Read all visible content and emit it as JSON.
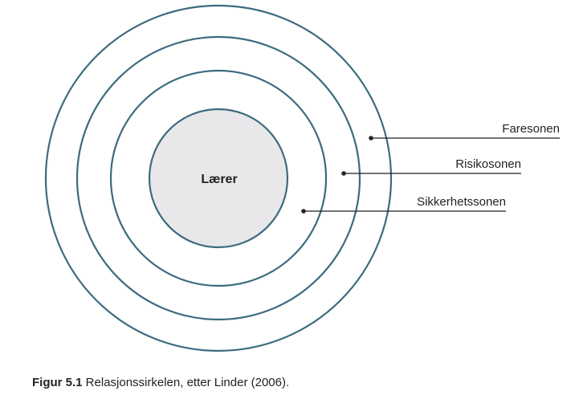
{
  "diagram": {
    "center_label": "Lærer",
    "zones": [
      {
        "label": "Faresonen"
      },
      {
        "label": "Risikosonen"
      },
      {
        "label": "Sikkerhetssonen"
      }
    ],
    "colors": {
      "ring_stroke": "#3d6b7e",
      "center_fill": "#e8e8ea",
      "leader_line": "#222222"
    }
  },
  "caption": {
    "figure_label": "Figur 5.1",
    "text": " Relasjonssirkelen, etter Linder (2006)."
  }
}
